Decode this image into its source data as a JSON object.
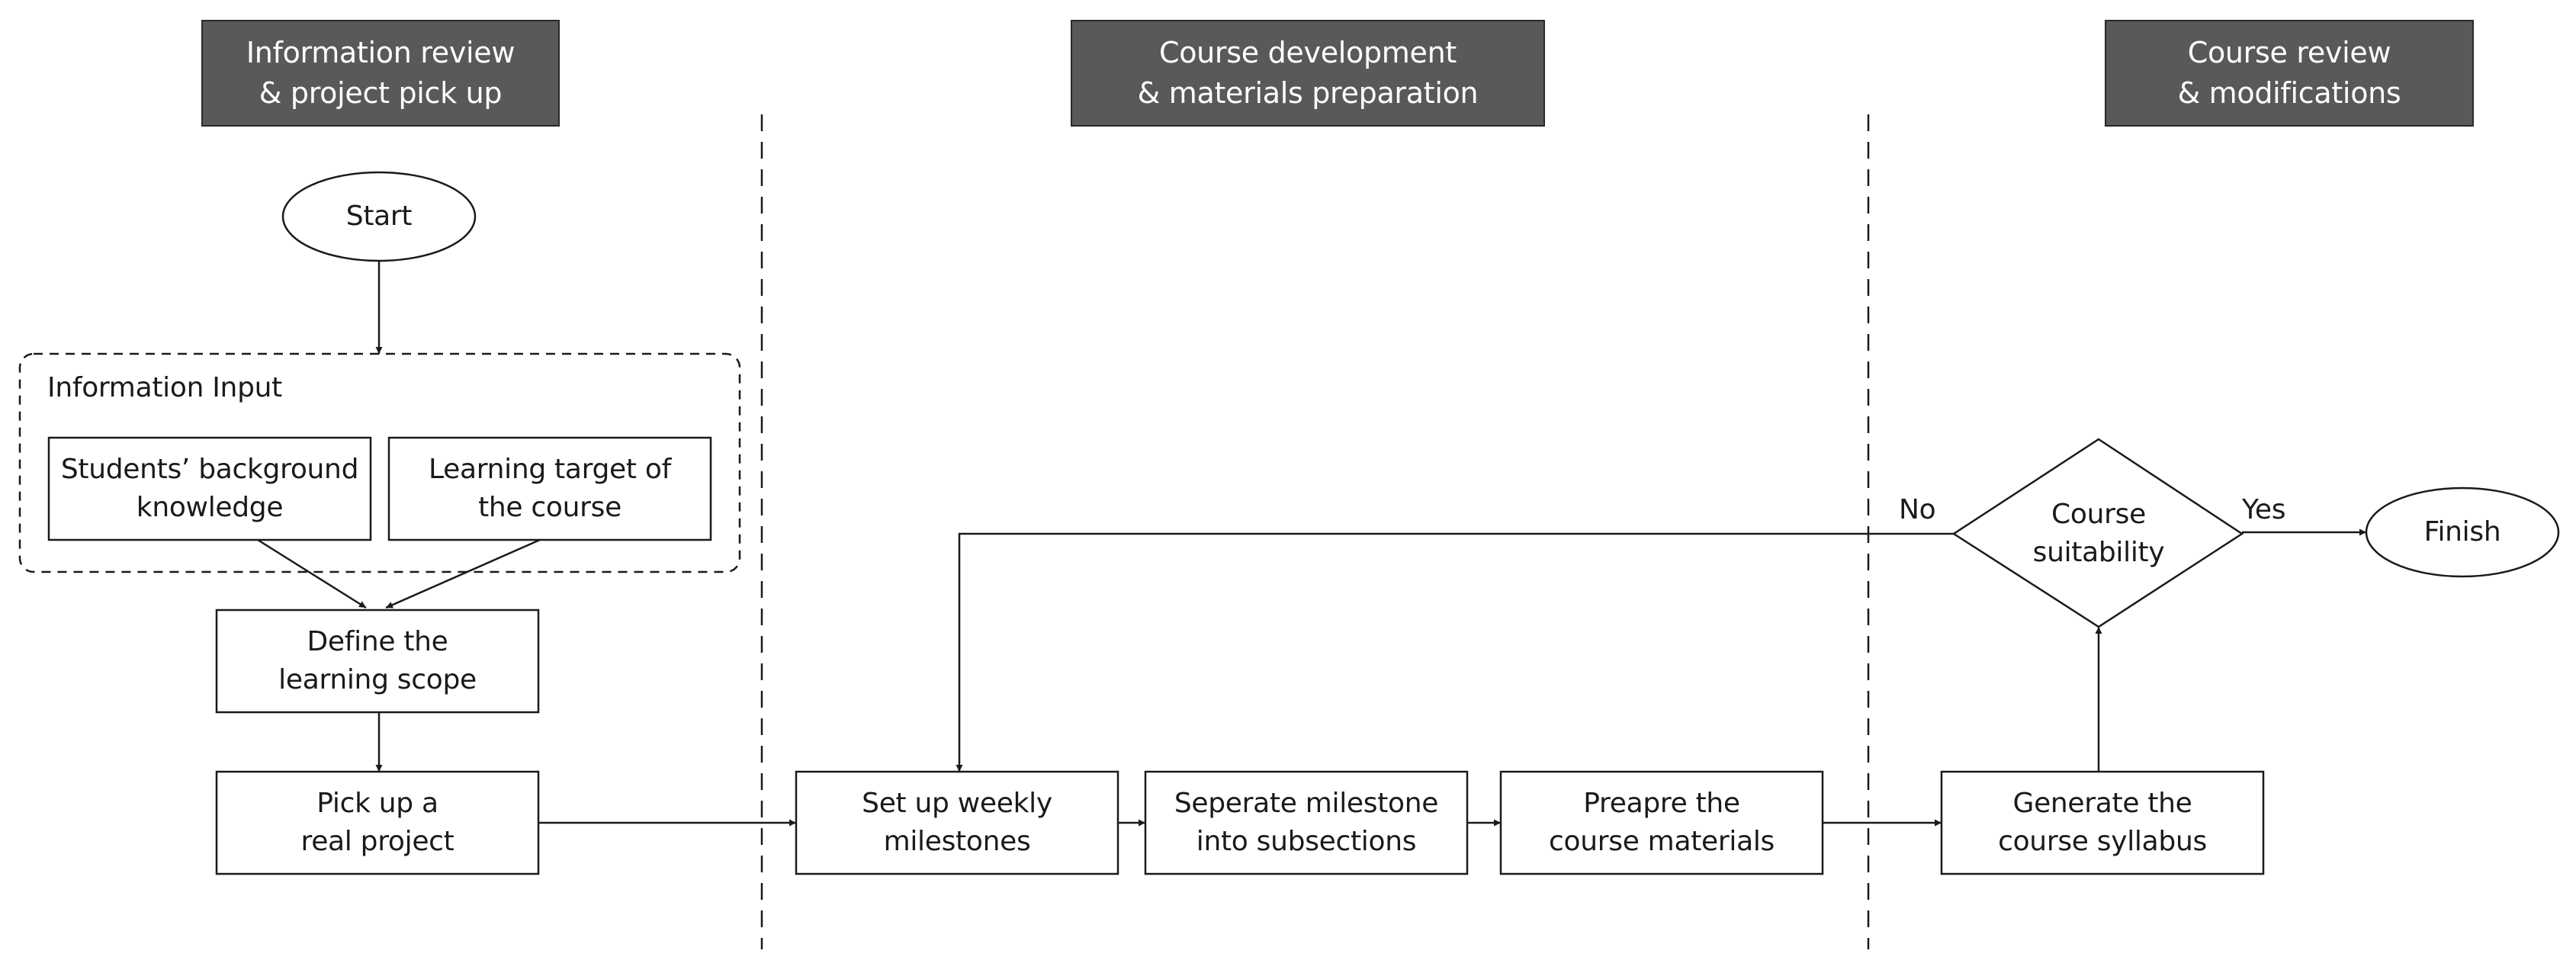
{
  "stages": [
    {
      "title": "Information review\n& project pick up"
    },
    {
      "title": "Course development\n& materials preparation"
    },
    {
      "title": "Course review\n& modifications"
    }
  ],
  "nodes": {
    "start": "Start",
    "info_input_title": "Information Input",
    "students_background": "Students’ background\nknowledge",
    "learning_target": "Learning target of\nthe course",
    "define_scope": "Define the\nlearning scope",
    "pick_project": "Pick up a\nreal project",
    "weekly_milestones": "Set up weekly\nmilestones",
    "separate_milestone": "Seperate milestone\ninto subsections",
    "prepare_materials": "Preapre the\ncourse materials",
    "generate_syllabus": "Generate the\ncourse syllabus",
    "course_suitability": "Course\nsuitability",
    "finish": "Finish"
  },
  "edge_labels": {
    "no": "No",
    "yes": "Yes"
  },
  "colors": {
    "header_fill": "#595959",
    "header_text": "#ffffff",
    "line": "#1a1a1a"
  }
}
